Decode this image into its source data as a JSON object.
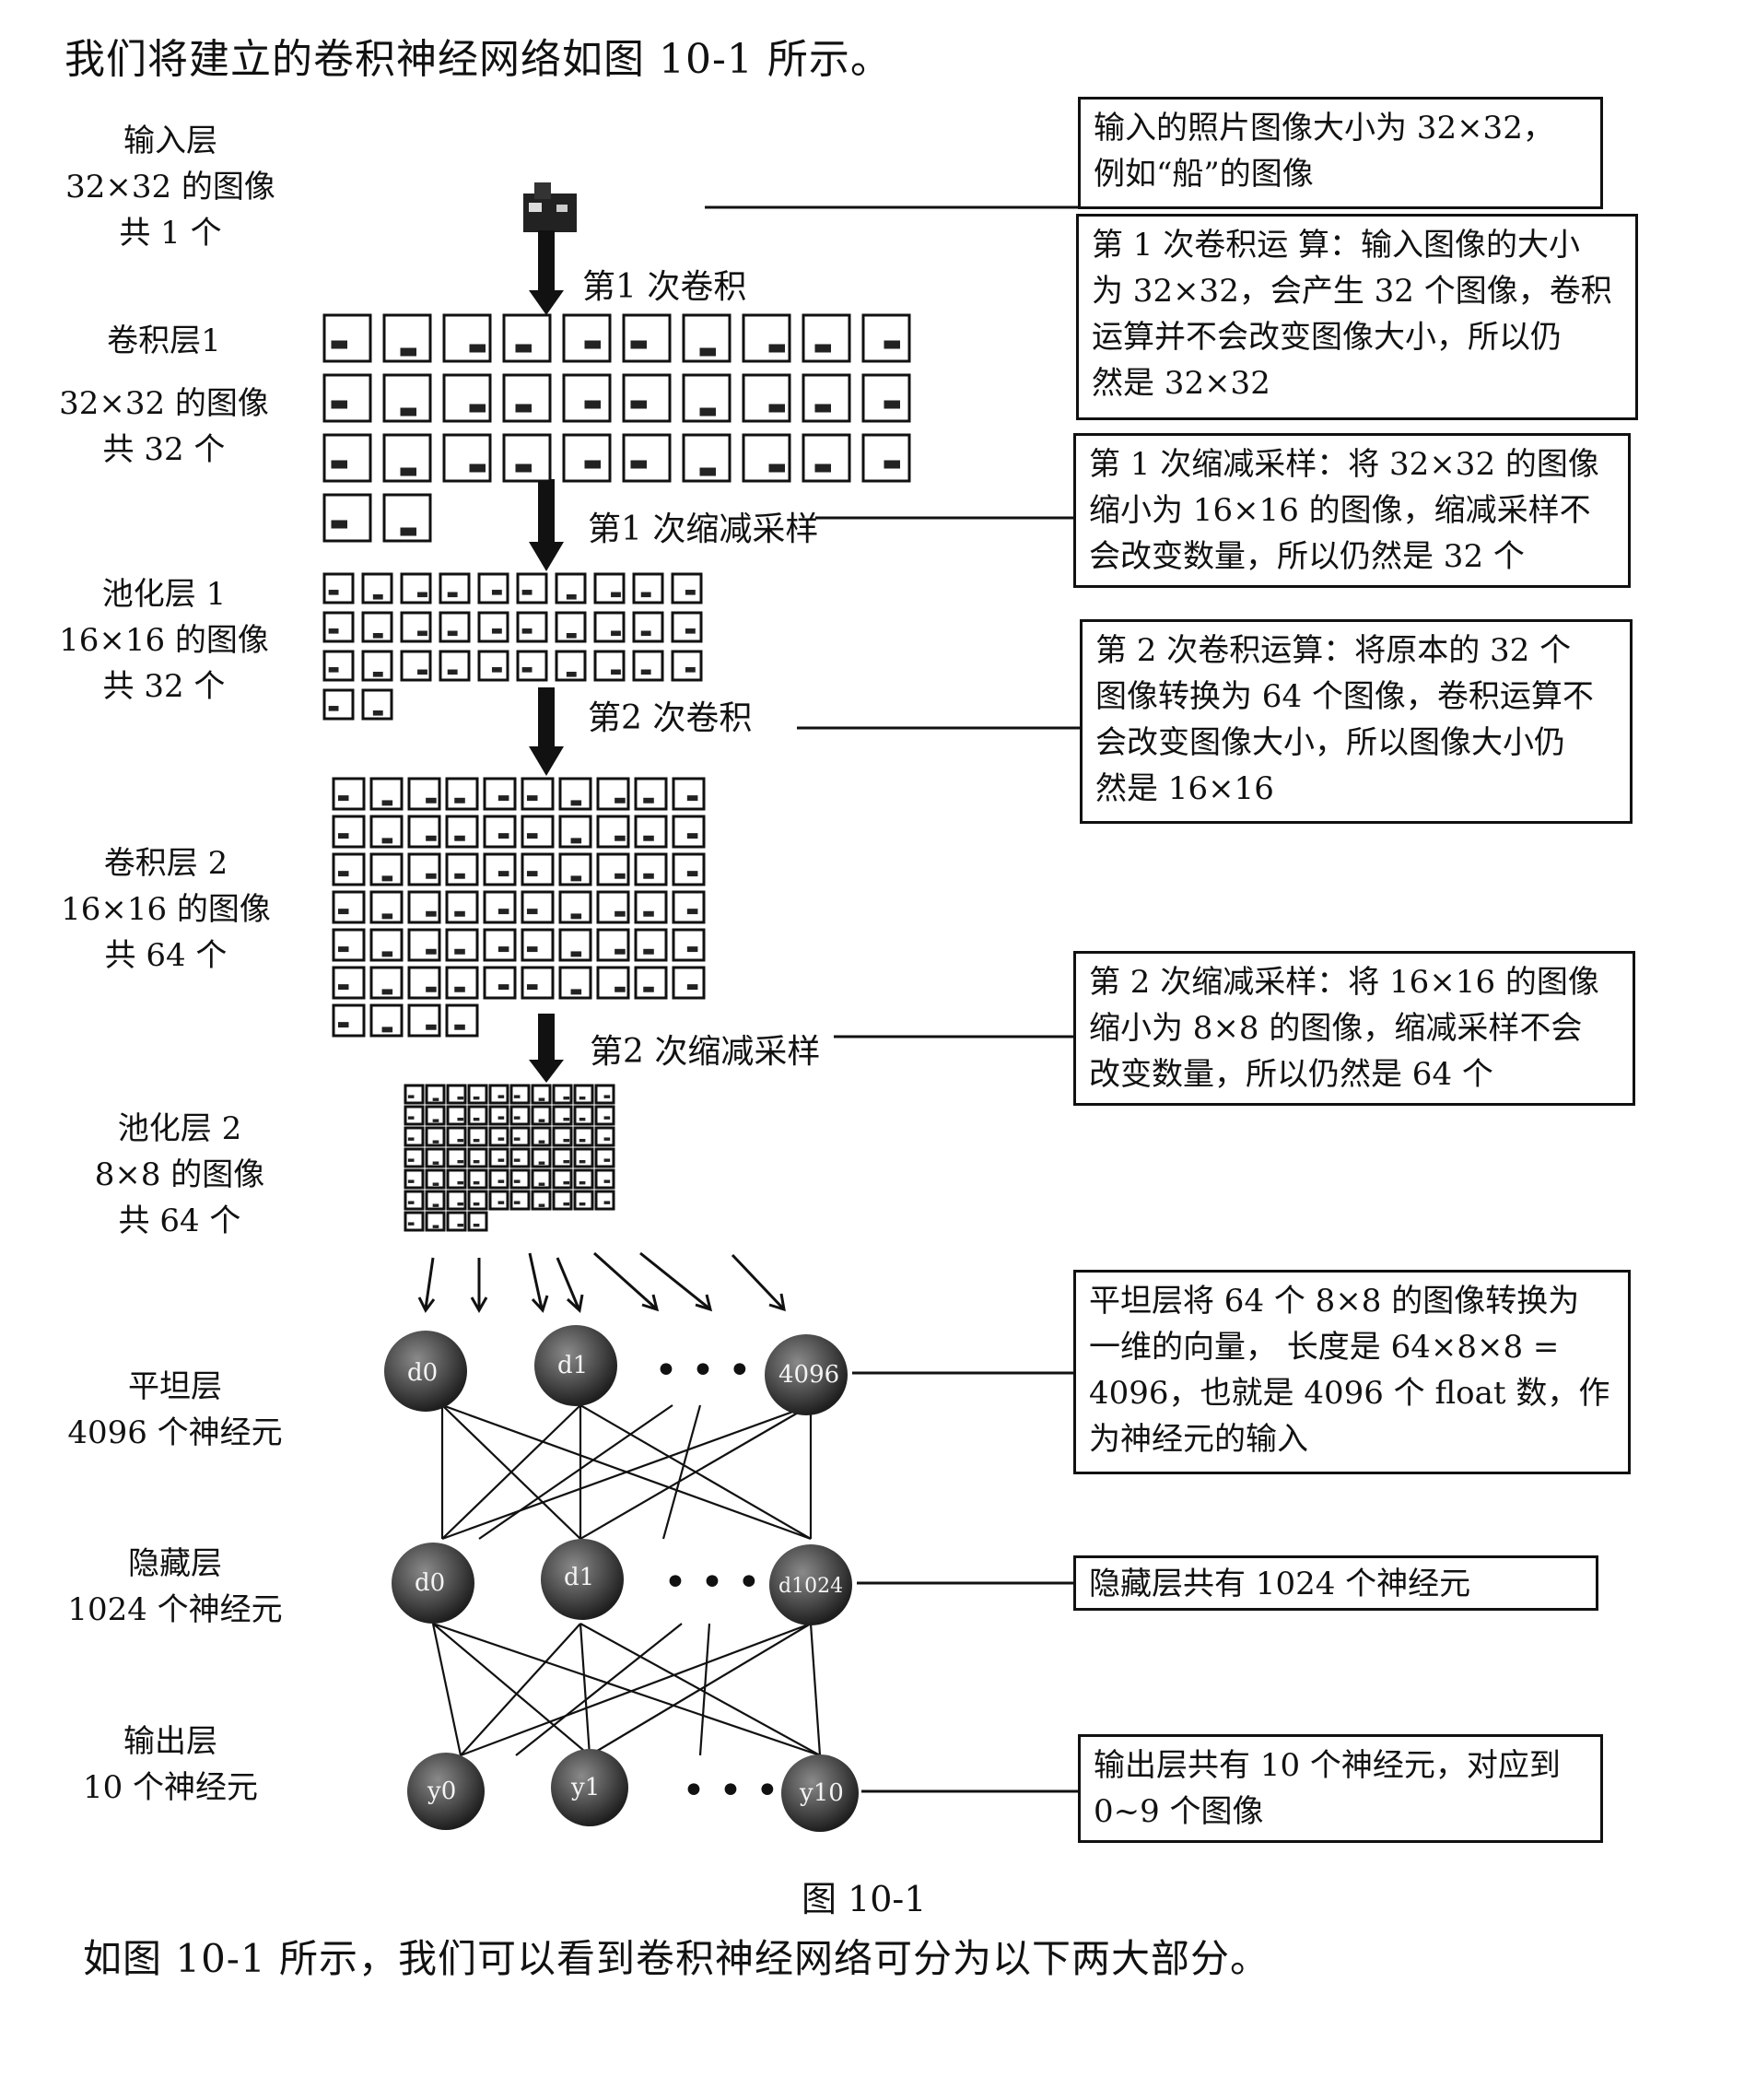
{
  "intro": "我们将建立的卷积神经网络如图 10-1 所示。",
  "layers": {
    "input": [
      "输入层",
      "32×32 的图像",
      "共 1 个"
    ],
    "conv1": [
      "卷积层1",
      "32×32 的图像",
      "共 32 个"
    ],
    "pool1": [
      "池化层 1",
      "16×16 的图像",
      "共 32 个"
    ],
    "conv2": [
      "卷积层 2",
      "16×16 的图像",
      "共 64 个"
    ],
    "pool2": [
      "池化层 2",
      "8×8 的图像",
      "共 64 个"
    ],
    "flatten": [
      "平坦层",
      "4096 个神经元"
    ],
    "hidden": [
      "隐藏层",
      "1024 个神经元"
    ],
    "output": [
      "输出层",
      "10 个神经元"
    ]
  },
  "steps": {
    "conv1": "第1 次卷积",
    "pool1": "第1 次缩减采样",
    "conv2": "第2 次卷积",
    "pool2": "第2 次缩减采样"
  },
  "notes": {
    "input": [
      "输入的照片图像大小为  32×32，",
      "例如“船”的图像"
    ],
    "conv1": [
      "第 1 次卷积运 算：输入图像的大小",
      "为 32×32，会产生 32 个图像，卷积",
      "运算并不会改变图像大小，所以仍",
      "然是 32×32"
    ],
    "pool1": [
      "第  1  次缩减采样：将  32×32 的图像",
      "缩小为  16×16  的图像，缩减采样不",
      "会改变数量，所以仍然是 32 个"
    ],
    "conv2": [
      "第 2 次卷积运算：将原本的 32 个",
      "图像转换为 64 个图像，卷积运算不",
      "会改变图像大小，所以图像大小仍",
      "然是 16×16"
    ],
    "pool2": [
      "第  2  次缩减采样：将  16×16  的图像",
      "缩小为  8×8  的图像，缩减采样不会",
      "改变数量，所以仍然是 64 个"
    ],
    "flatten": [
      "平坦层将 64 个 8×8 的图像转换为",
      "一维的向量， 长度是  64×8×8  =",
      "4096，也就是 4096 个 float 数，作",
      "为神经元的输入"
    ],
    "hidden": [
      "隐藏层共有 1024 个神经元"
    ],
    "output": [
      "输出层共有 10 个神经元，对应到",
      "0~9 个图像"
    ]
  },
  "nodes": {
    "flatten": [
      "d0",
      "d1",
      "4096"
    ],
    "hidden": [
      "d0",
      "d1",
      "d1024"
    ],
    "output": [
      "y0",
      "y1",
      "y10"
    ],
    "ellipsis": "• • •"
  },
  "caption": "图 10-1",
  "closing": "如图 10-1 所示，我们可以看到卷积神经网络可分为以下两大部分。"
}
